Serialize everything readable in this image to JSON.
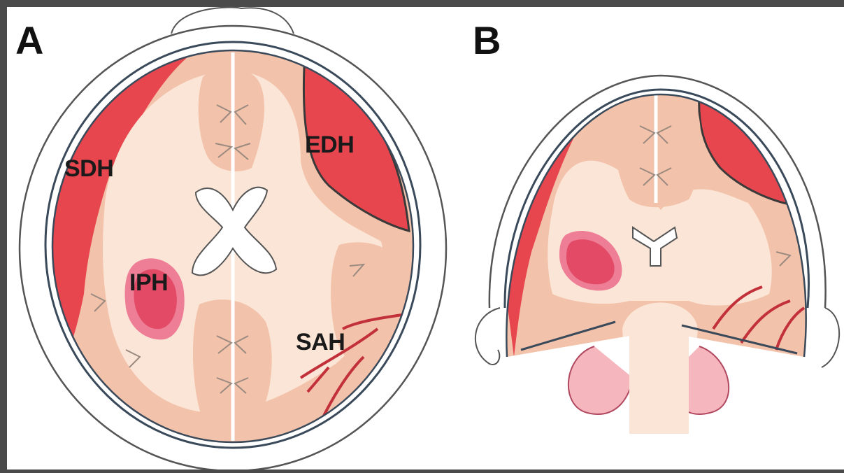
{
  "panels": [
    {
      "letter": "A",
      "view": "axial"
    },
    {
      "letter": "B",
      "view": "coronal"
    }
  ],
  "labels": {
    "sdh": "SDH",
    "edh": "EDH",
    "iph": "IPH",
    "sah": "SAH"
  },
  "colors": {
    "frame": "#4a4a4a",
    "background": "#ffffff",
    "hemorrhage": "#e8464e",
    "cortex": "#f3c2aa",
    "white_matter": "#fbe5d6",
    "iph_core": "#e24a66",
    "outline": "#3a4a5a"
  }
}
